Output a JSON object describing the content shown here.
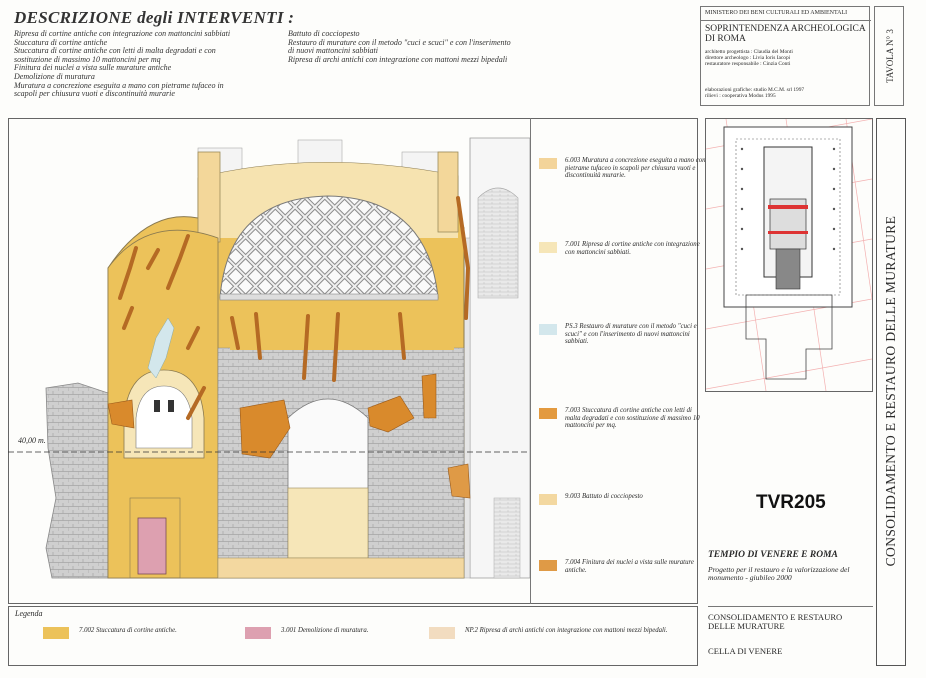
{
  "header": {
    "title": "DESCRIZIONE degli INTERVENTI :",
    "left_col": [
      "Ripresa di cortine antiche con integrazione con mattoncini sabbiati",
      "Stuccatura di cortine antiche",
      "Stuccatura di cortine antiche con letti di malta degradati e con",
      "sostituzione di massimo 10 mattoncini per mq",
      "Finitura dei nuclei a vista sulle murature antiche",
      "Demolizione di muratura",
      "Muratura a concrezione eseguita a mano con pietrame tufaceo in",
      "scapoli per chiusura vuoti e discontinuità murarie"
    ],
    "right_col": [
      "Battuto di cocciopesto",
      "Restauro di murature con il metodo \"cuci e scuci\" e con l'inserimento",
      "di nuovi mattoncini sabbiati",
      "Ripresa di archi antichi con integrazione con mattoni mezzi bipedali"
    ]
  },
  "info": {
    "ministry": "MINISTERO DEI BENI CULTURALI ED AMBIENTALI",
    "office_line1": "SOPRINTENDENZA ARCHEOLOGICA",
    "office_line2": "DI ROMA",
    "credits": [
      "architetto progettista : Claudia del Monti",
      "direttore archeologo : Livia Ioris Iacopi",
      "restauratore responsabile : Cinzia Conti"
    ],
    "credits2": [
      "elaborazioni grafiche: studio M.C.M. srl 1997",
      "rilievi : cooperativa Modus 1995"
    ],
    "tavola": "TAVOLA N° 3"
  },
  "drawing": {
    "level_label": "40,00 m."
  },
  "side_legend": [
    {
      "code": "6.003",
      "text": "Muratura a concrezione eseguita a mano con pietrame tufaceo in scapoli per chiusura vuoti e discontinuità murarie.",
      "color": "#f3d49a"
    },
    {
      "code": "7.001",
      "text": "Ripresa di cortine antiche con integrazione con mattoncini sabbiati.",
      "color": "#f6e6b8"
    },
    {
      "code": "PS.3",
      "text": "Restauro di murature con il metodo \"cuci e scuci\" e con l'inserimento di nuovi mattoncini sabbiati.",
      "color": "#d3e7ec"
    },
    {
      "code": "7.003",
      "text": "Stuccatura di cortine antiche con letti di malta degradati e con sostituzione di massimo 10 mattoncini per mq.",
      "color": "#e39a3f"
    },
    {
      "code": "9.003",
      "text": "Battuto di cocciopesto",
      "color": "#f3d8a0"
    },
    {
      "code": "7.004",
      "text": "Finitura dei nuclei a vista sulle murature antiche.",
      "color": "#df9a46"
    }
  ],
  "bottom_legend": {
    "title": "Legenda",
    "items": [
      {
        "code": "7.002",
        "text": "Stuccatura di cortine antiche.",
        "color": "#ecc25a"
      },
      {
        "code": "3.001",
        "text": "Demolizione di muratura.",
        "color": "#dda0b0"
      },
      {
        "code": "NP.2",
        "text": "Ripresa di archi antichi con integrazione con mattoni mezzi bipedali.",
        "color": "#f2dcc0"
      }
    ]
  },
  "title_block": {
    "code": "TVR205",
    "project": "TEMPIO DI VENERE E ROMA",
    "subtitle": "Progetto per il restauro e la valorizzazione del monumento - giubileo 2000",
    "section_line1": "CONSOLIDAMENTO E RESTAURO",
    "section_line2": "DELLE MURATURE",
    "room": "CELLA DI VENERE",
    "vertical_title": "CONSOLIDAMENTO E RESTAURO DELLE MURATURE"
  },
  "colors": {
    "yellow_main": "#ecc25a",
    "orange_patch": "#d98a2c",
    "brown_crack": "#b56a24",
    "stone_gray": "#c9c9c9",
    "pink_demolition": "#dda0b0"
  }
}
